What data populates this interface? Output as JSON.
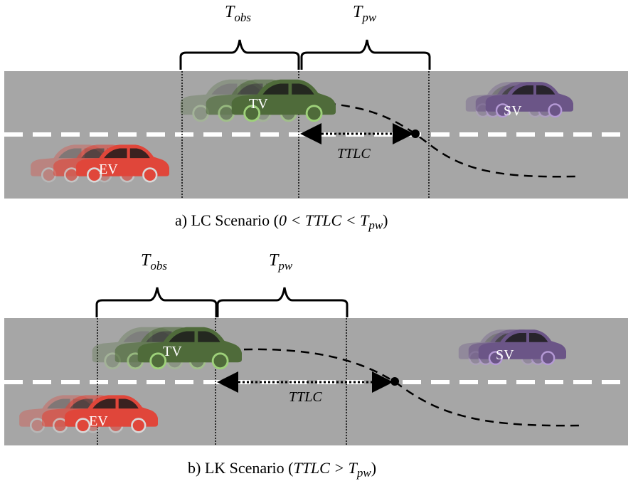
{
  "panels": [
    {
      "id": "lc",
      "t_obs_label": "T",
      "t_obs_sub": "obs",
      "t_pw_label": "T",
      "t_pw_sub": "pw",
      "target_vehicle": "TV",
      "surrounding_vehicle": "SV",
      "ego_vehicle": "EV",
      "ttlc_label": "TTLC",
      "caption_prefix": "a) LC Scenario (",
      "caption_math": "0 < TTLC < T",
      "caption_sub": "pw",
      "caption_suffix": ")"
    },
    {
      "id": "lk",
      "t_obs_label": "T",
      "t_obs_sub": "obs",
      "t_pw_label": "T",
      "t_pw_sub": "pw",
      "target_vehicle": "TV",
      "surrounding_vehicle": "SV",
      "ego_vehicle": "EV",
      "ttlc_label": "TTLC",
      "caption_prefix": "b) LK Scenario (",
      "caption_math": "TTLC > T",
      "caption_sub": "pw",
      "caption_suffix": ")"
    }
  ],
  "colors": {
    "road": "#a6a6a6",
    "lane_marking": "#ffffff",
    "target_vehicle": "#4f6b3a",
    "surrounding_vehicle": "#6b5587",
    "ego_vehicle": "#e0463a",
    "trajectory": "#000000"
  }
}
